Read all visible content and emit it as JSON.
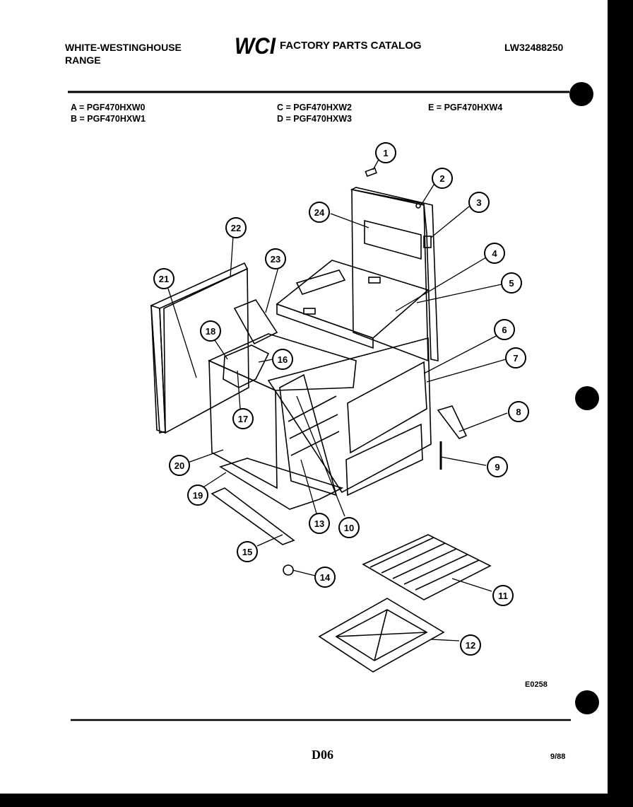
{
  "header": {
    "brand_line1": "WHITE-WESTINGHOUSE",
    "brand_line2": "RANGE",
    "catalog_title": "FACTORY PARTS CATALOG",
    "catalog_number": "LW32488250",
    "logo_text": "WCI"
  },
  "models": [
    {
      "code": "A = PGF470HXW0"
    },
    {
      "code": "B = PGF470HXW1"
    },
    {
      "code": "C = PGF470HXW2"
    },
    {
      "code": "D = PGF470HXW3"
    },
    {
      "code": "E = PGF470HXW4"
    }
  ],
  "callouts": [
    "1",
    "2",
    "3",
    "4",
    "5",
    "6",
    "7",
    "8",
    "9",
    "10",
    "11",
    "12",
    "13",
    "14",
    "15",
    "16",
    "17",
    "18",
    "19",
    "20",
    "21",
    "22",
    "23",
    "24"
  ],
  "footer": {
    "diagram_code": "E0258",
    "page": "D06",
    "date": "9/88"
  }
}
